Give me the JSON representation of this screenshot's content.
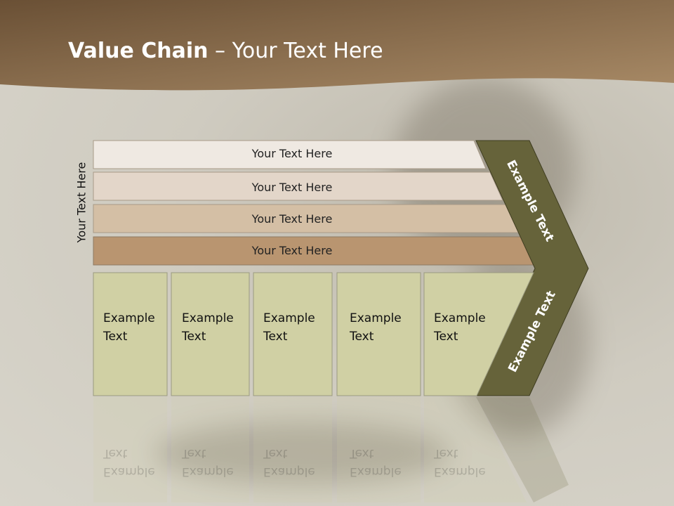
{
  "slide": {
    "title_bold": "Value Chain",
    "title_rest": " – Your Text Here",
    "side_label": "Your Text Here"
  },
  "rows": [
    {
      "label": "Your Text Here",
      "color": "#efe9e2"
    },
    {
      "label": "Your Text Here",
      "color": "#e3d6c9"
    },
    {
      "label": "Your Text Here",
      "color": "#d4bfa5"
    },
    {
      "label": "Your Text Here",
      "color": "#b99570"
    }
  ],
  "boxes": [
    {
      "line1": "Example",
      "line2": "Text"
    },
    {
      "line1": "Example",
      "line2": "Text"
    },
    {
      "line1": "Example",
      "line2": "Text"
    },
    {
      "line1": "Example",
      "line2": "Text"
    },
    {
      "line1": "Example",
      "line2": "Text"
    }
  ],
  "chevron": {
    "upper_label": "Example Text",
    "lower_label": "Example Text",
    "color": "#66633a"
  },
  "colors": {
    "header_dark": "#6e5538",
    "header_light": "#a08462",
    "box_fill": "#d0d0a4"
  }
}
